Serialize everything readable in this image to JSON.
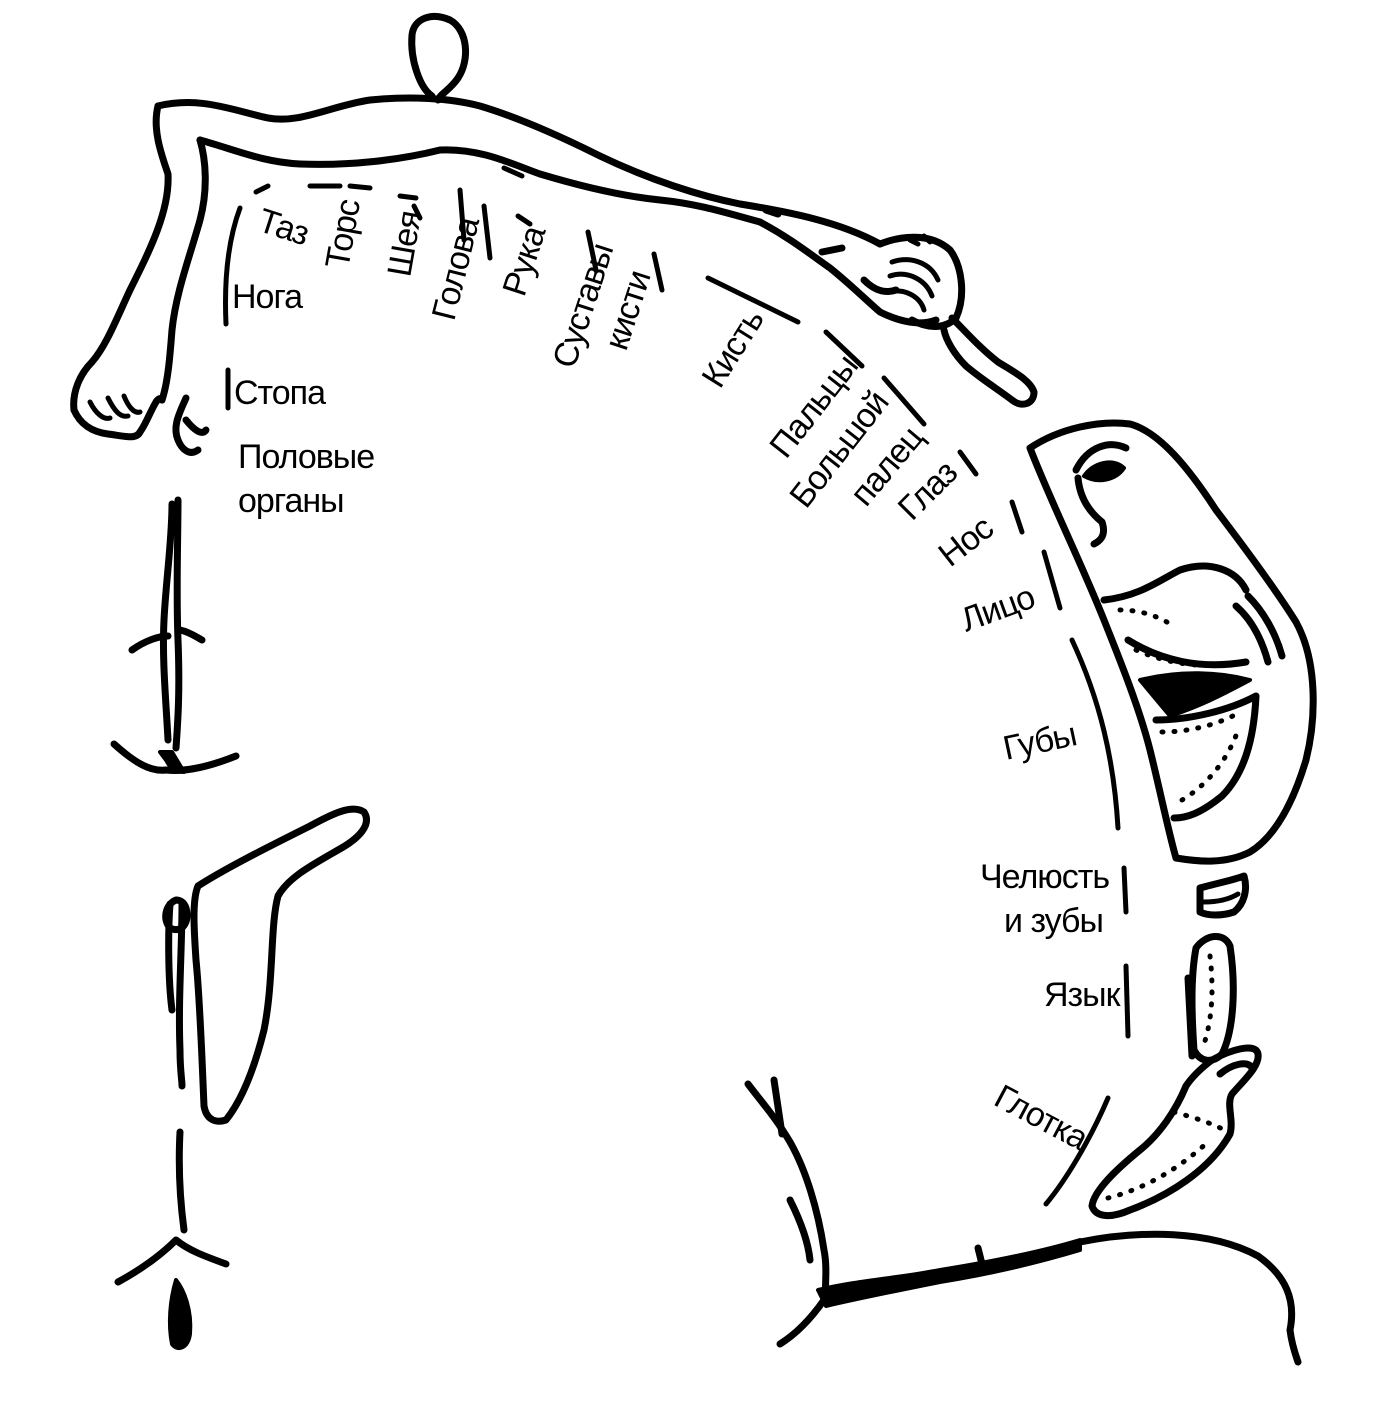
{
  "labels": {
    "taz": "Таз",
    "tors": "Торс",
    "sheya": "Шея",
    "golova": "Голова",
    "ruka": "Рука",
    "sustavy_kisti_1": "Суставы",
    "sustavy_kisti_2": "кисти",
    "kist": "Кисть",
    "paltsy": "Пальцы",
    "bolshoy_palets_1": "Большой",
    "bolshoy_palets_2": "палец",
    "glaz": "Глаз",
    "nos": "Нос",
    "litso": "Лицо",
    "guby": "Губы",
    "chelyust_1": "Челюсть",
    "chelyust_2": "и зубы",
    "yazyk": "Язык",
    "glotka": "Глотка",
    "noga": "Нога",
    "stopa": "Стопа",
    "polovye_1": "Половые",
    "polovye_2": "органы"
  },
  "colors": {
    "ink": "#000000",
    "paper": "#ffffff"
  }
}
